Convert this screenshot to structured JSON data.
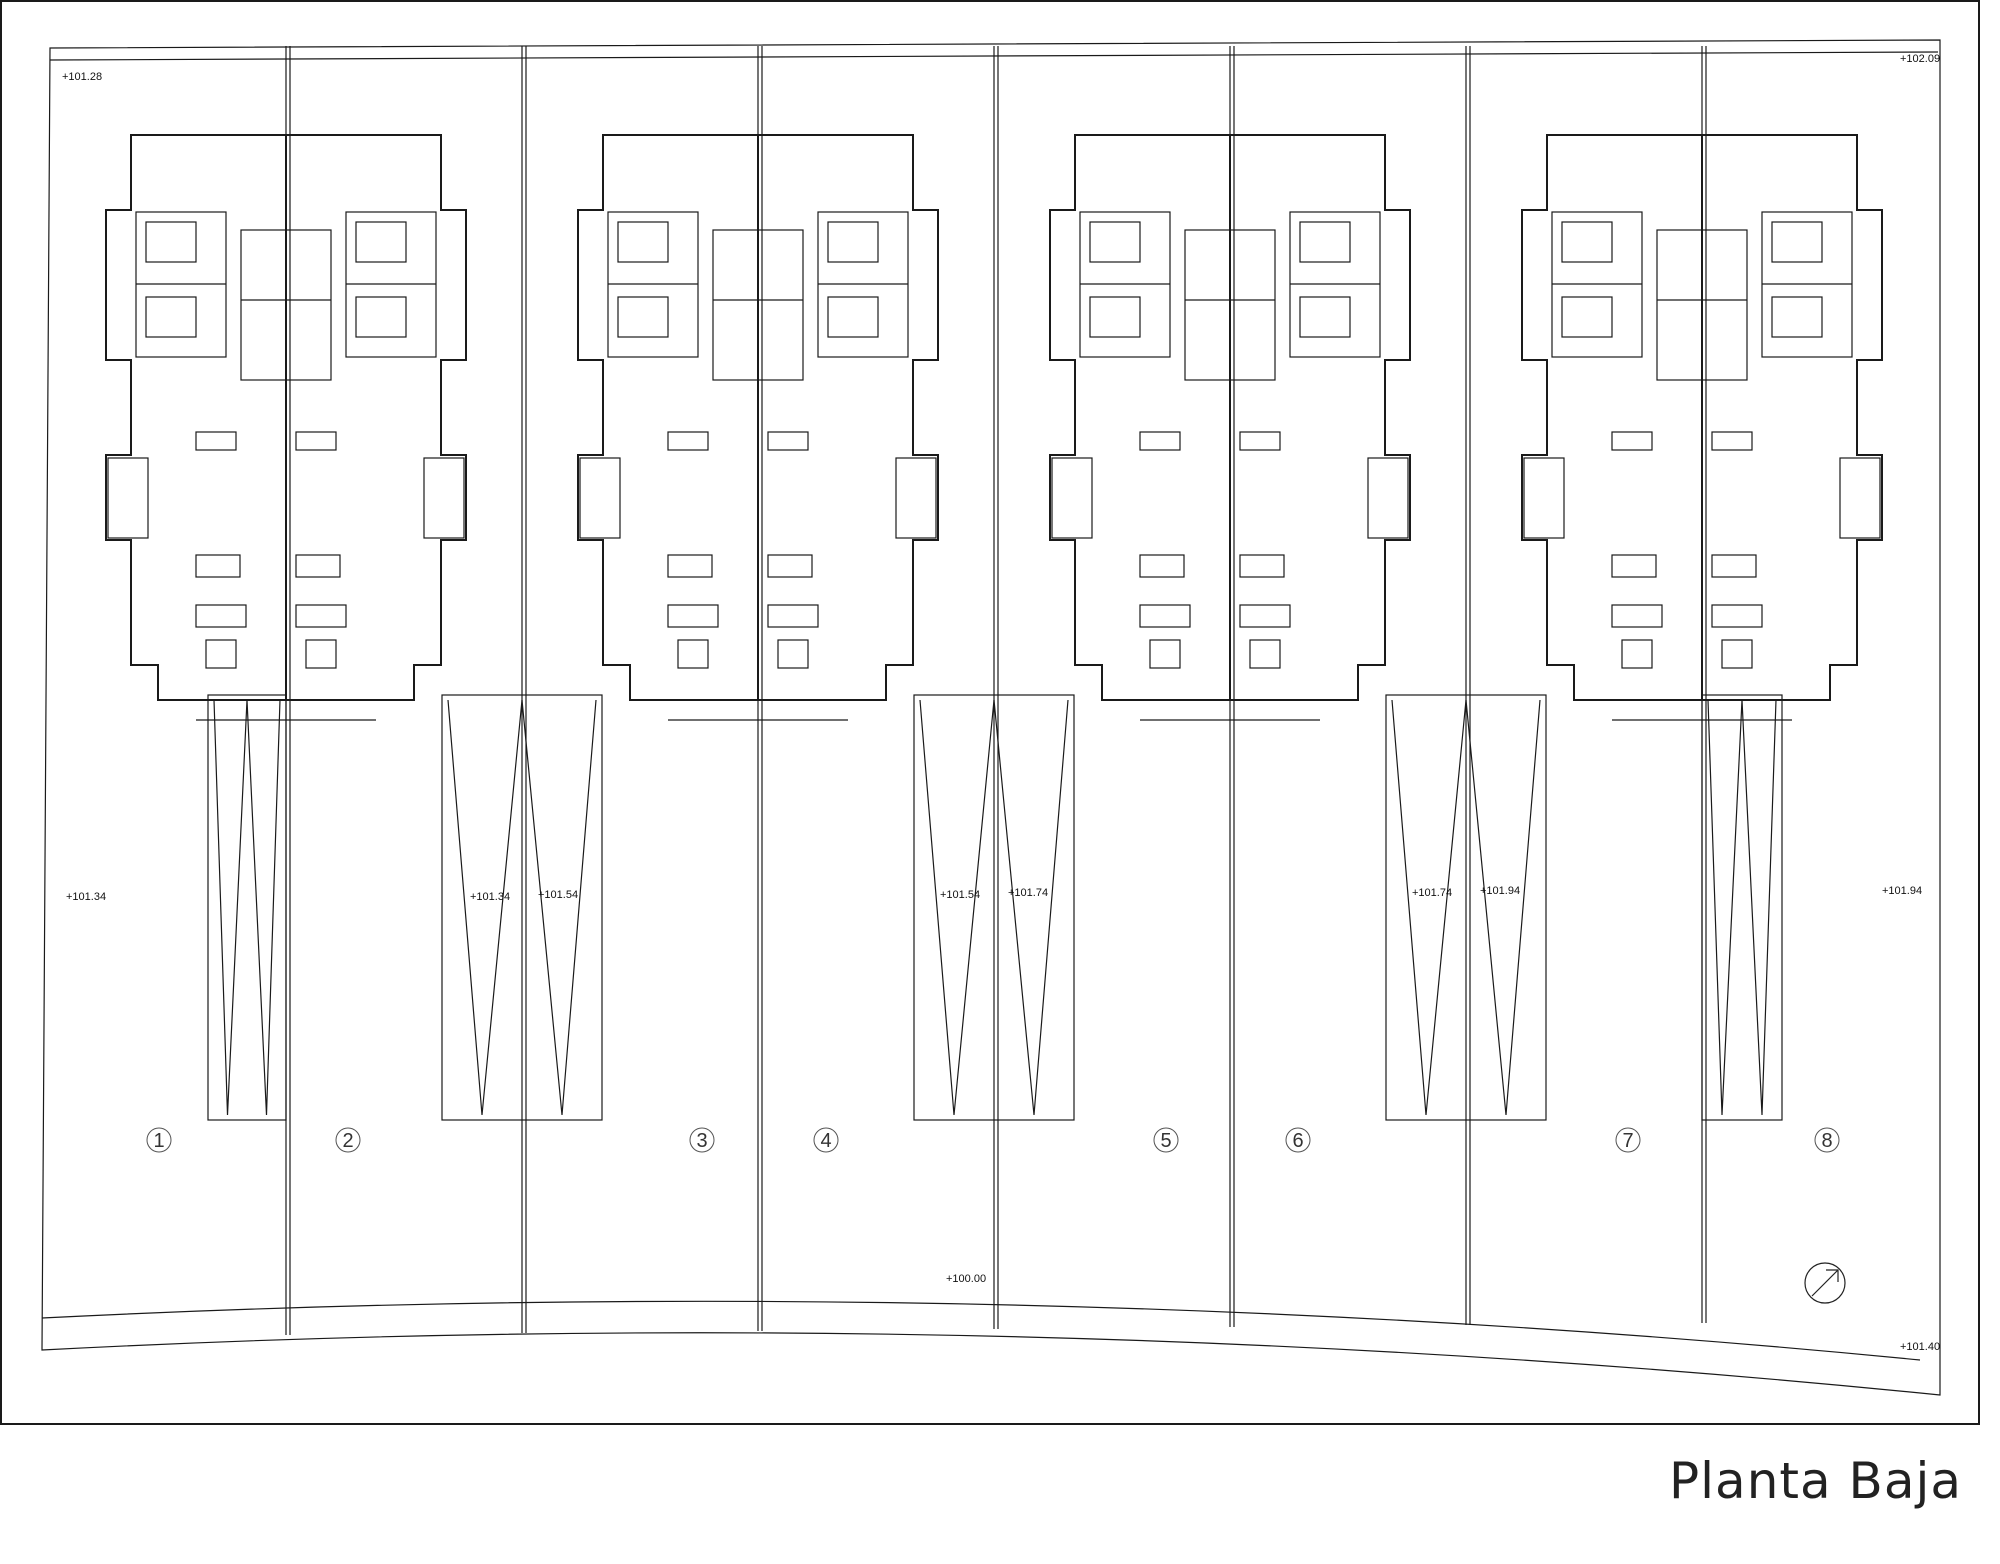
{
  "caption": "Planta Baja",
  "levels": {
    "north_west": "+101.28",
    "north_east": "+102.09",
    "south_east": "+101.40",
    "street": "+100.00",
    "garden_1": "+101.34",
    "ramp_2": "+101.34",
    "ramp_3": "+101.54",
    "ramp_4": "+101.54",
    "ramp_5": "+101.74",
    "ramp_6": "+101.74",
    "ramp_7": "+101.94",
    "garden_8": "+101.94"
  },
  "units": [
    "1",
    "2",
    "3",
    "4",
    "5",
    "6",
    "7",
    "8"
  ],
  "north_symbol": "north-arrow-icon"
}
